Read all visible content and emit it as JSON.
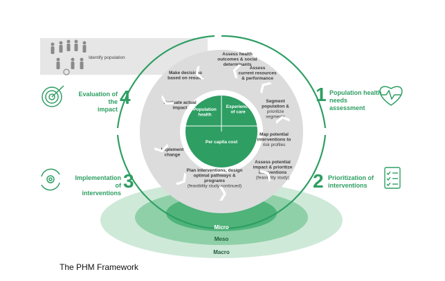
{
  "identify_population": "Identify population",
  "phases": [
    {
      "number": "1",
      "label_lines": [
        "Population health",
        "needs assessment"
      ],
      "icon": "heart-pulse-icon"
    },
    {
      "number": "2",
      "label_lines": [
        "Prioritization of",
        "interventions"
      ],
      "icon": "checklist-icon"
    },
    {
      "number": "3",
      "label_lines": [
        "Implementation of",
        "interventions"
      ],
      "icon": "gear-cycle-icon"
    },
    {
      "number": "4",
      "label_lines": [
        "Evaluation of the",
        "impact"
      ],
      "icon": "target-icon"
    }
  ],
  "steps": [
    {
      "bold": [
        "Assess health",
        "outcomes & social",
        "determinants"
      ],
      "light": []
    },
    {
      "bold": [
        "Assess",
        "current resources",
        "& performance"
      ],
      "light": []
    },
    {
      "bold": [
        "Segment",
        "population &"
      ],
      "light": [
        "prioritize",
        "segments"
      ]
    },
    {
      "bold": [
        "Map potential",
        "interventions to"
      ],
      "light": [
        "risk profiles"
      ]
    },
    {
      "bold": [
        "Assess potential",
        "impact & prioritize",
        "interventions"
      ],
      "light": [
        "(feasibility study)"
      ]
    },
    {
      "bold": [
        "Plan interventions, design",
        "optimal pathways &",
        "programs"
      ],
      "light": [
        "(feasibility study continued)"
      ]
    },
    {
      "bold": [
        "Implement",
        "change"
      ],
      "light": []
    },
    {
      "bold": [
        "Evaluate actual",
        "impact"
      ],
      "light": []
    },
    {
      "bold": [
        "Make decisions",
        "based on results"
      ],
      "light": []
    }
  ],
  "center": {
    "population_health": [
      "Population",
      "health"
    ],
    "experience_of_care": [
      "Experience",
      "of care"
    ],
    "per_capita_cost": "Per capita cost"
  },
  "levels": [
    "Micro",
    "Meso",
    "Macro"
  ],
  "caption": "The PHM Framework",
  "colors": {
    "green": "#2e9e63",
    "dark_green": "#1f7a4d",
    "light_green": "#a8d8ba",
    "ring_gray": "#d9d9d9"
  }
}
